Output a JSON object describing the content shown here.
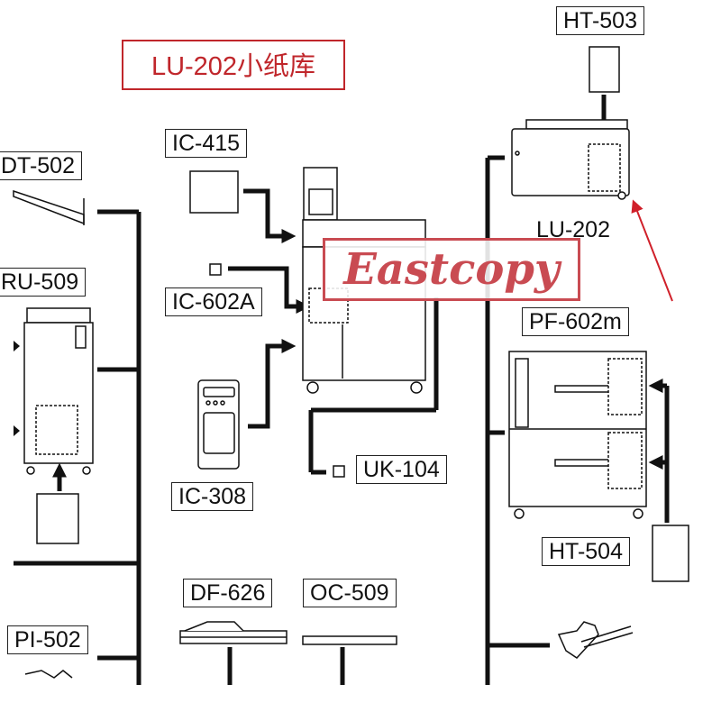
{
  "title": "LU-202小纸库",
  "watermark": "Eastcopy",
  "labels": {
    "ht503": "HT-503",
    "dt502": "DT-502",
    "ic415": "IC-415",
    "lu202": "LU-202",
    "ru509": "RU-509",
    "ic602a": "IC-602A",
    "pf602m": "PF-602m",
    "uk104": "UK-104",
    "ic308": "IC-308",
    "ht504": "HT-504",
    "df626": "DF-626",
    "oc509": "OC-509",
    "pi502": "PI-502"
  },
  "colors": {
    "title": "#c0262b",
    "watermark": "#c94b52",
    "pointer_arrow": "#d0202a",
    "line": "#111111"
  }
}
